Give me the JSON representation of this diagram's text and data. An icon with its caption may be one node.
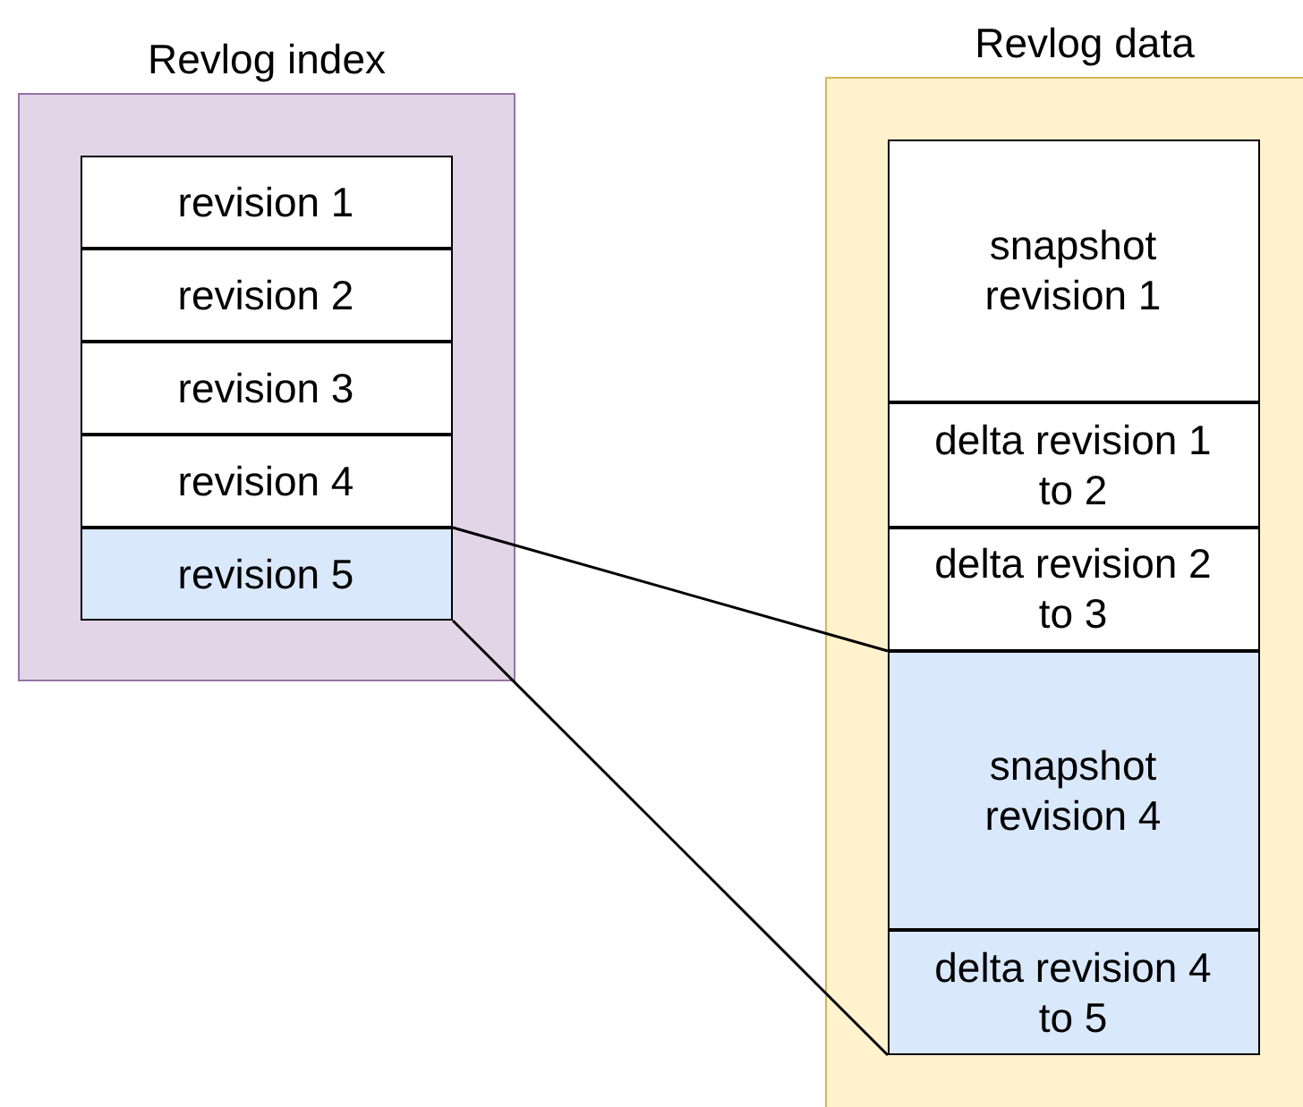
{
  "diagram": {
    "nodes": [
      {
        "text": [
          "Revlog index"
        ]
      },
      {
        "text": [
          "revision 1"
        ],
        "in": 0
      },
      {
        "text": [
          "revision 2"
        ],
        "in": 0
      },
      {
        "text": [
          "revision 3"
        ],
        "in": 0
      },
      {
        "text": [
          "revision 4"
        ],
        "in": 0
      },
      {
        "text": [
          "revision 5"
        ],
        "in": 0
      },
      {
        "text": [
          "Revlog data"
        ]
      },
      {
        "text": [
          "snapshot revision 1"
        ],
        "in": 6
      },
      {
        "text": [
          "delta revision 1 to 2"
        ],
        "in": 6
      },
      {
        "text": [
          "delta revision 2 to 3"
        ],
        "in": 6
      },
      {
        "text": [
          "snapshot revision 4"
        ],
        "in": 6
      },
      {
        "text": [
          "delta revision 4 to 5"
        ],
        "in": 6
      }
    ],
    "edges": [
      {
        "from": 5,
        "to": 10,
        "arrow": "none"
      },
      {
        "from": 5,
        "to": 11,
        "arrow": "none"
      }
    ]
  }
}
